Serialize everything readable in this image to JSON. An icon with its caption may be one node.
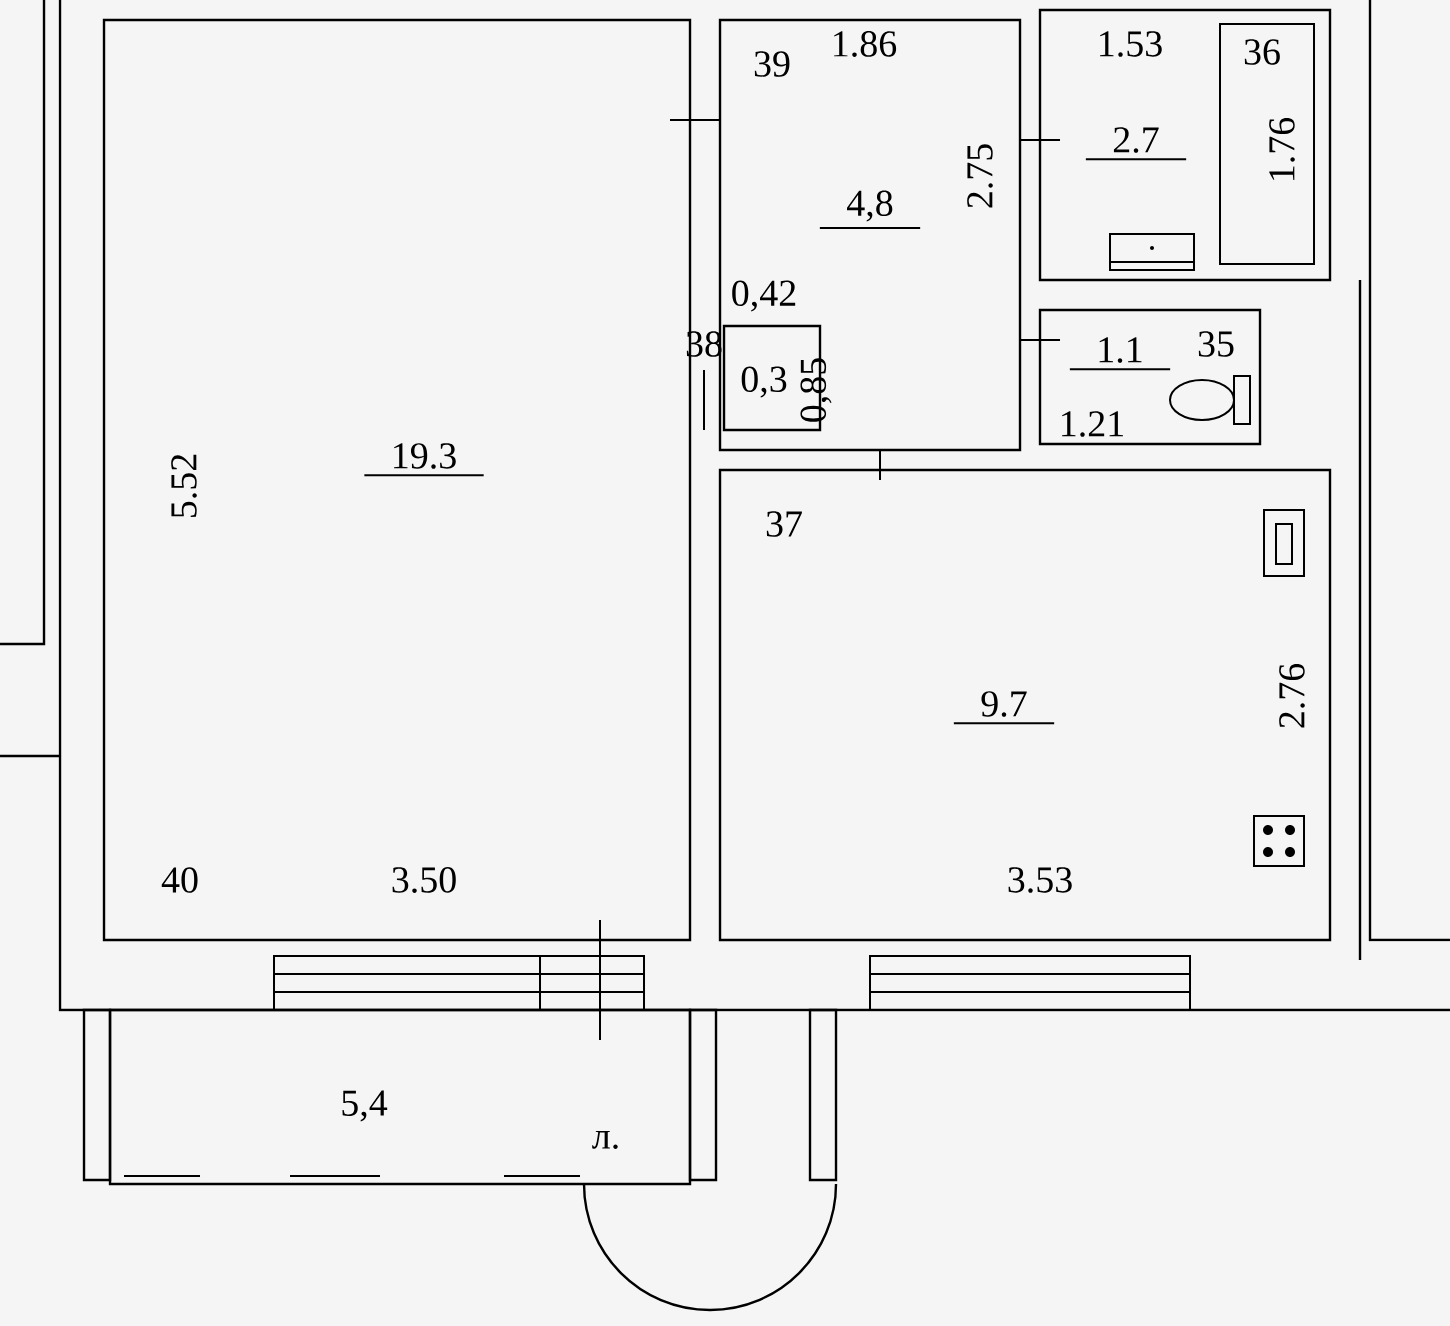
{
  "diagram": {
    "nodes": [
      {
        "text": [
          "19.3"
        ]
      },
      {
        "text": [
          "4,8"
        ]
      },
      {
        "text": [
          "0,3"
        ],
        "in": 1
      },
      {
        "text": [
          "2.7"
        ]
      },
      {
        "text": [
          "1.1"
        ]
      },
      {
        "text": [
          "9.7"
        ]
      },
      {
        "text": [
          "5,4"
        ]
      }
    ],
    "labels": [
      "39",
      "1.86",
      "1.53",
      "36",
      "1.76",
      "2.75",
      "0,42",
      "38",
      "0,85",
      "35",
      "1.21",
      "37",
      "5.52",
      "2.76",
      "40",
      "3.50",
      "3.53",
      "л."
    ]
  }
}
